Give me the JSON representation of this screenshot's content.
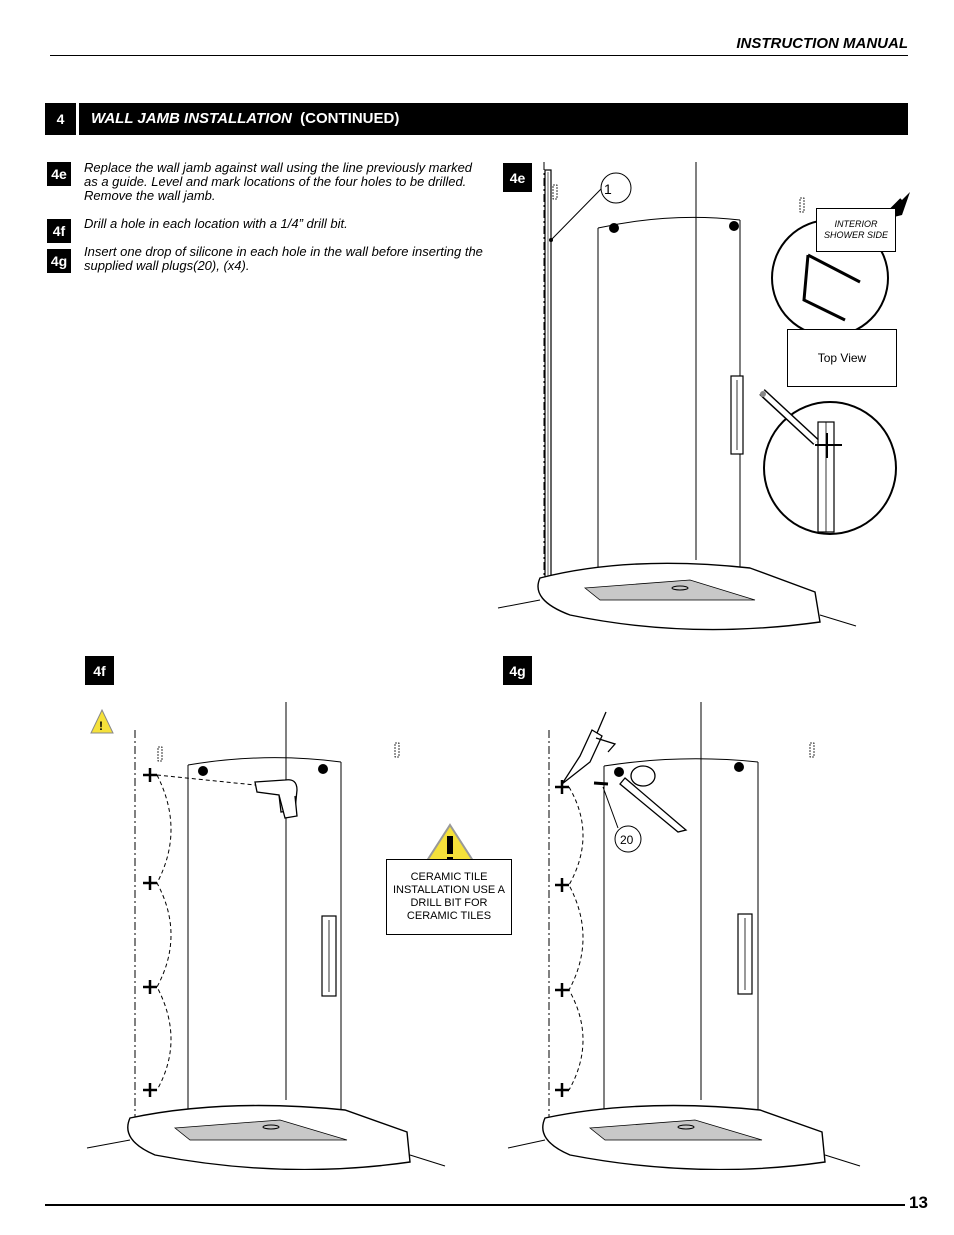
{
  "header": {
    "title": "INSTRUCTION MANUAL"
  },
  "section": {
    "number": "4",
    "title_italic": "WALL JAMB INSTALLATION",
    "title_suffix": "(CONTINUED)"
  },
  "steps": [
    {
      "id": "4e",
      "text": "Replace the wall jamb against wall using the line previously marked as a guide. Level and mark locations of the four holes to be drilled. Remove the wall jamb."
    },
    {
      "id": "4f",
      "text": "Drill a hole in each location with a 1/4” drill bit."
    },
    {
      "id": "4g",
      "text": "Insert one drop of silicone in each hole in the wall before inserting the supplied wall plugs(20), (x4)."
    }
  ],
  "figures": {
    "fig_4e": {
      "badge": "4e",
      "callout": "1",
      "interior_label": "INTERIOR SHOWER SIDE",
      "top_view_label": "Top View"
    },
    "fig_4f": {
      "badge": "4f",
      "warning_text": "CERAMIC TILE INSTALLATION USE A DRILL BIT FOR CERAMIC TILES"
    },
    "fig_4g": {
      "badge": "4g",
      "callout": "20"
    }
  },
  "footer": {
    "page_number": "13"
  },
  "colors": {
    "bar": "#000000",
    "warning": "#f5e13a",
    "tray_shade": "#c8c8c8"
  }
}
